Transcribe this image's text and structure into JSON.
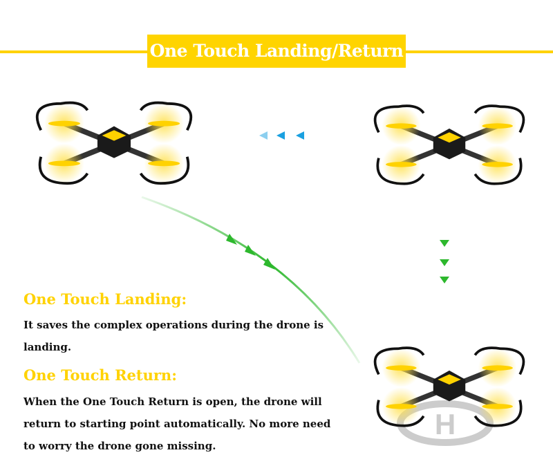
{
  "title": "One Touch Landing/Return",
  "sections": [
    {
      "heading": "One Touch Landing:",
      "body": "It saves the complex operations during the drone is landing."
    },
    {
      "heading": "One Touch Return:",
      "body": "When the One Touch Return is open, the drone will return to starting point automatically. No more need to worry the drone gone missing."
    }
  ],
  "colors": {
    "accent": "#ffd200",
    "arrow_blue": "#1aa0e0",
    "arrow_green": "#2db82d",
    "text": "#111111"
  }
}
